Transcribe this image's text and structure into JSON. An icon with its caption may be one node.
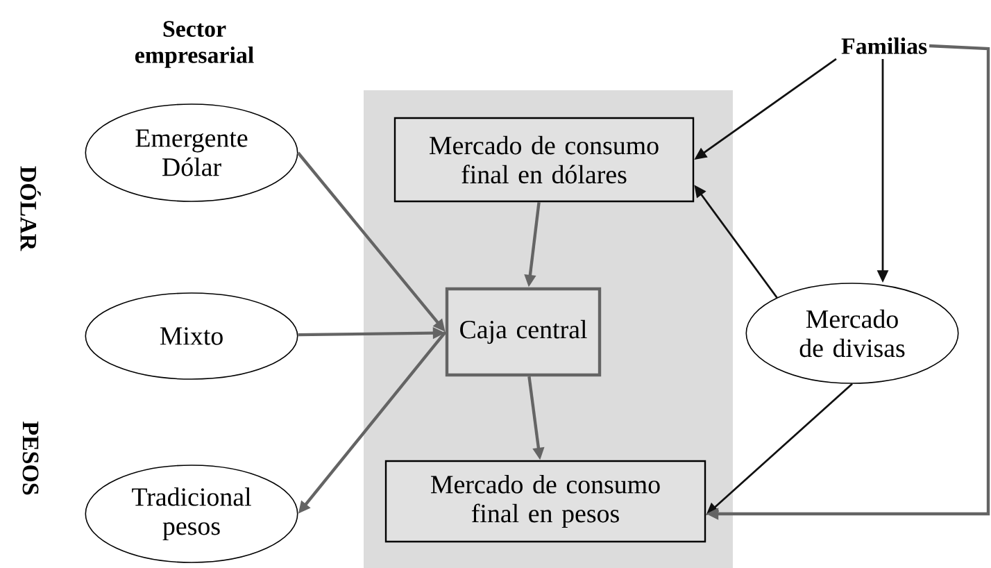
{
  "diagram": {
    "nodes": [
      {
        "text": [],
        "shape": "box"
      },
      {
        "text": [
          "Emergente Dólar"
        ]
      },
      {
        "text": [
          "Mixto"
        ]
      },
      {
        "text": [
          "Tradicional pesos"
        ]
      },
      {
        "text": [
          "Mercado de consumo final en dólares"
        ],
        "in": 0
      },
      {
        "text": [
          "Caja central"
        ],
        "in": 0
      },
      {
        "text": [
          "Mercado de consumo final en pesos"
        ],
        "in": 0
      },
      {
        "text": [
          "Familias"
        ]
      },
      {
        "text": [
          "Mercado de divisas"
        ]
      }
    ],
    "edges": [
      {
        "from": 1,
        "to": 5,
        "arrow": "to"
      },
      {
        "from": 2,
        "to": 5,
        "arrow": "to"
      },
      {
        "from": 5,
        "to": 3,
        "arrow": "to"
      },
      {
        "from": 4,
        "to": 5,
        "arrow": "to"
      },
      {
        "from": 5,
        "to": 6,
        "arrow": "to"
      },
      {
        "from": 7,
        "to": 4,
        "arrow": "to",
        "color": "#111111"
      },
      {
        "from": 7,
        "to": 8,
        "arrow": "to",
        "color": "#111111"
      },
      {
        "from": 8,
        "to": 4,
        "arrow": "to",
        "color": "#111111"
      },
      {
        "from": 8,
        "to": 6,
        "arrow": "to",
        "color": "#111111"
      },
      {
        "from": 7,
        "to": 6,
        "arrow": "to"
      }
    ],
    "labels": [
      "Sector empresarial",
      "DÓLAR",
      "PESOS"
    ]
  }
}
